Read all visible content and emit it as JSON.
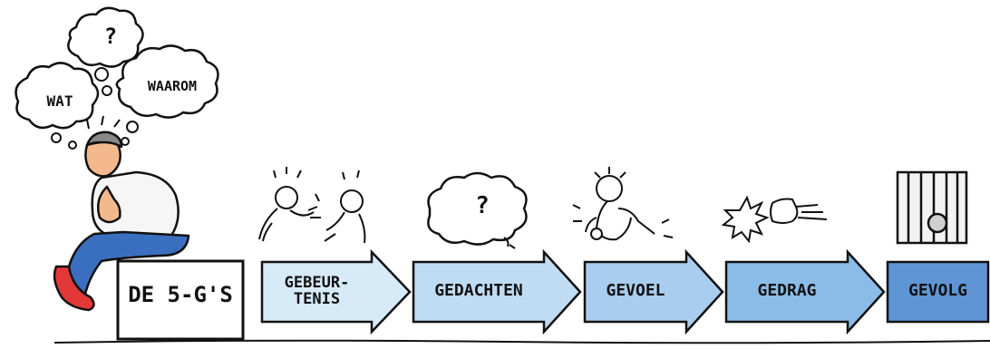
{
  "title_box": {
    "label": "DE 5-G'S"
  },
  "thought_clouds": [
    {
      "label": "WAT"
    },
    {
      "label": "?"
    },
    {
      "label": "WAAROM"
    }
  ],
  "steps": [
    {
      "label": "GEBEUR-\nTENIS",
      "fill": "#d6eaf8"
    },
    {
      "label": "GEDACHTEN",
      "fill": "#c0dcf2"
    },
    {
      "label": "GEVOEL",
      "fill": "#a9cdee"
    },
    {
      "label": "GEDRAG",
      "fill": "#8bbce8"
    },
    {
      "label": "GEVOLG",
      "fill": "#5f95d4"
    }
  ],
  "step_cloud": {
    "label": "?"
  },
  "colors": {
    "outline": "#111111",
    "shoe": "#e23838",
    "jeans": "#3a6fc0"
  }
}
